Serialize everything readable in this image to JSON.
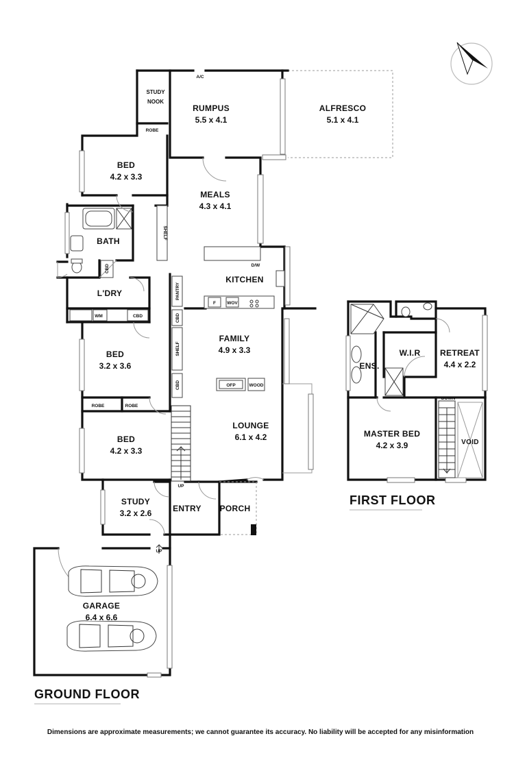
{
  "ground_floor": {
    "title": "GROUND FLOOR",
    "rooms": [
      {
        "name": "RUMPUS",
        "dims": "5.5 x 4.1"
      },
      {
        "name": "ALFRESCO",
        "dims": "5.1 x 4.1"
      },
      {
        "name": "BED",
        "dims": "4.2 x 3.3"
      },
      {
        "name": "MEALS",
        "dims": "4.3 x 4.1"
      },
      {
        "name": "BATH",
        "dims": ""
      },
      {
        "name": "KITCHEN",
        "dims": ""
      },
      {
        "name": "L'DRY",
        "dims": ""
      },
      {
        "name": "FAMILY",
        "dims": "4.9 x 3.3"
      },
      {
        "name": "BED",
        "dims": "3.2 x 3.6"
      },
      {
        "name": "LOUNGE",
        "dims": "6.1 x 4.2"
      },
      {
        "name": "BED",
        "dims": "4.2 x 3.3"
      },
      {
        "name": "STUDY",
        "dims": "3.2 x 2.6"
      },
      {
        "name": "ENTRY",
        "dims": ""
      },
      {
        "name": "PORCH",
        "dims": ""
      },
      {
        "name": "GARAGE",
        "dims": "6.4 x 6.6"
      }
    ],
    "study_nook": [
      "STUDY",
      "NOOK"
    ],
    "labels": {
      "ac": "A/C",
      "robe": "ROBE",
      "shelf": "SHELF",
      "cbd": "CBD",
      "pantry": "PANTRY",
      "dw": "D/W",
      "f": "F",
      "wov": "WOV",
      "wm": "WM",
      "ofp": "OFP",
      "wood": "WOOD",
      "up": "UP"
    }
  },
  "first_floor": {
    "title": "FIRST FLOOR",
    "rooms": [
      {
        "name": "W.I.R",
        "dims": ""
      },
      {
        "name": "RETREAT",
        "dims": "4.4 x 2.2"
      },
      {
        "name": "ENS.",
        "dims": ""
      },
      {
        "name": "MASTER BED",
        "dims": "4.2 x 3.9"
      },
      {
        "name": "VOID",
        "dims": ""
      }
    ],
    "labels": {
      "down": "DOWN"
    }
  },
  "disclaimer": "Dimensions are approximate measurements; we cannot guarantee its accuracy. No liability will be accepted for any misinformation"
}
